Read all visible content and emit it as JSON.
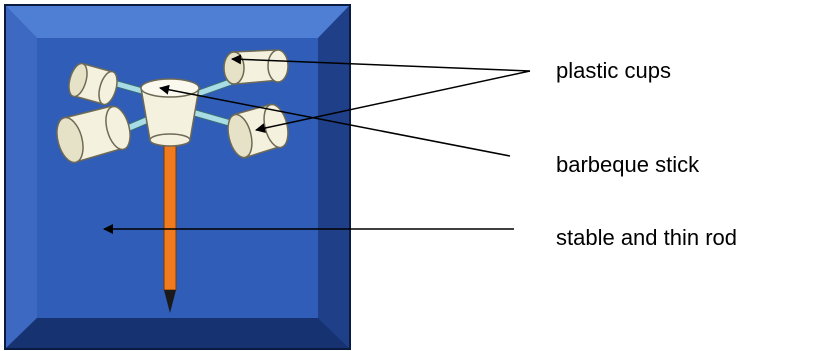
{
  "diagram": {
    "labels": {
      "cups": "plastic cups",
      "stick": "barbeque stick",
      "rod": "stable and thin rod"
    },
    "colors": {
      "frame_dark": "#1e3f86",
      "frame_light": "#4d79cc",
      "panel": "#2f5db8",
      "rod": "#f07a1e",
      "cup": "#f4f1df",
      "stick": "#a8dde6",
      "arrow": "#000000"
    }
  }
}
